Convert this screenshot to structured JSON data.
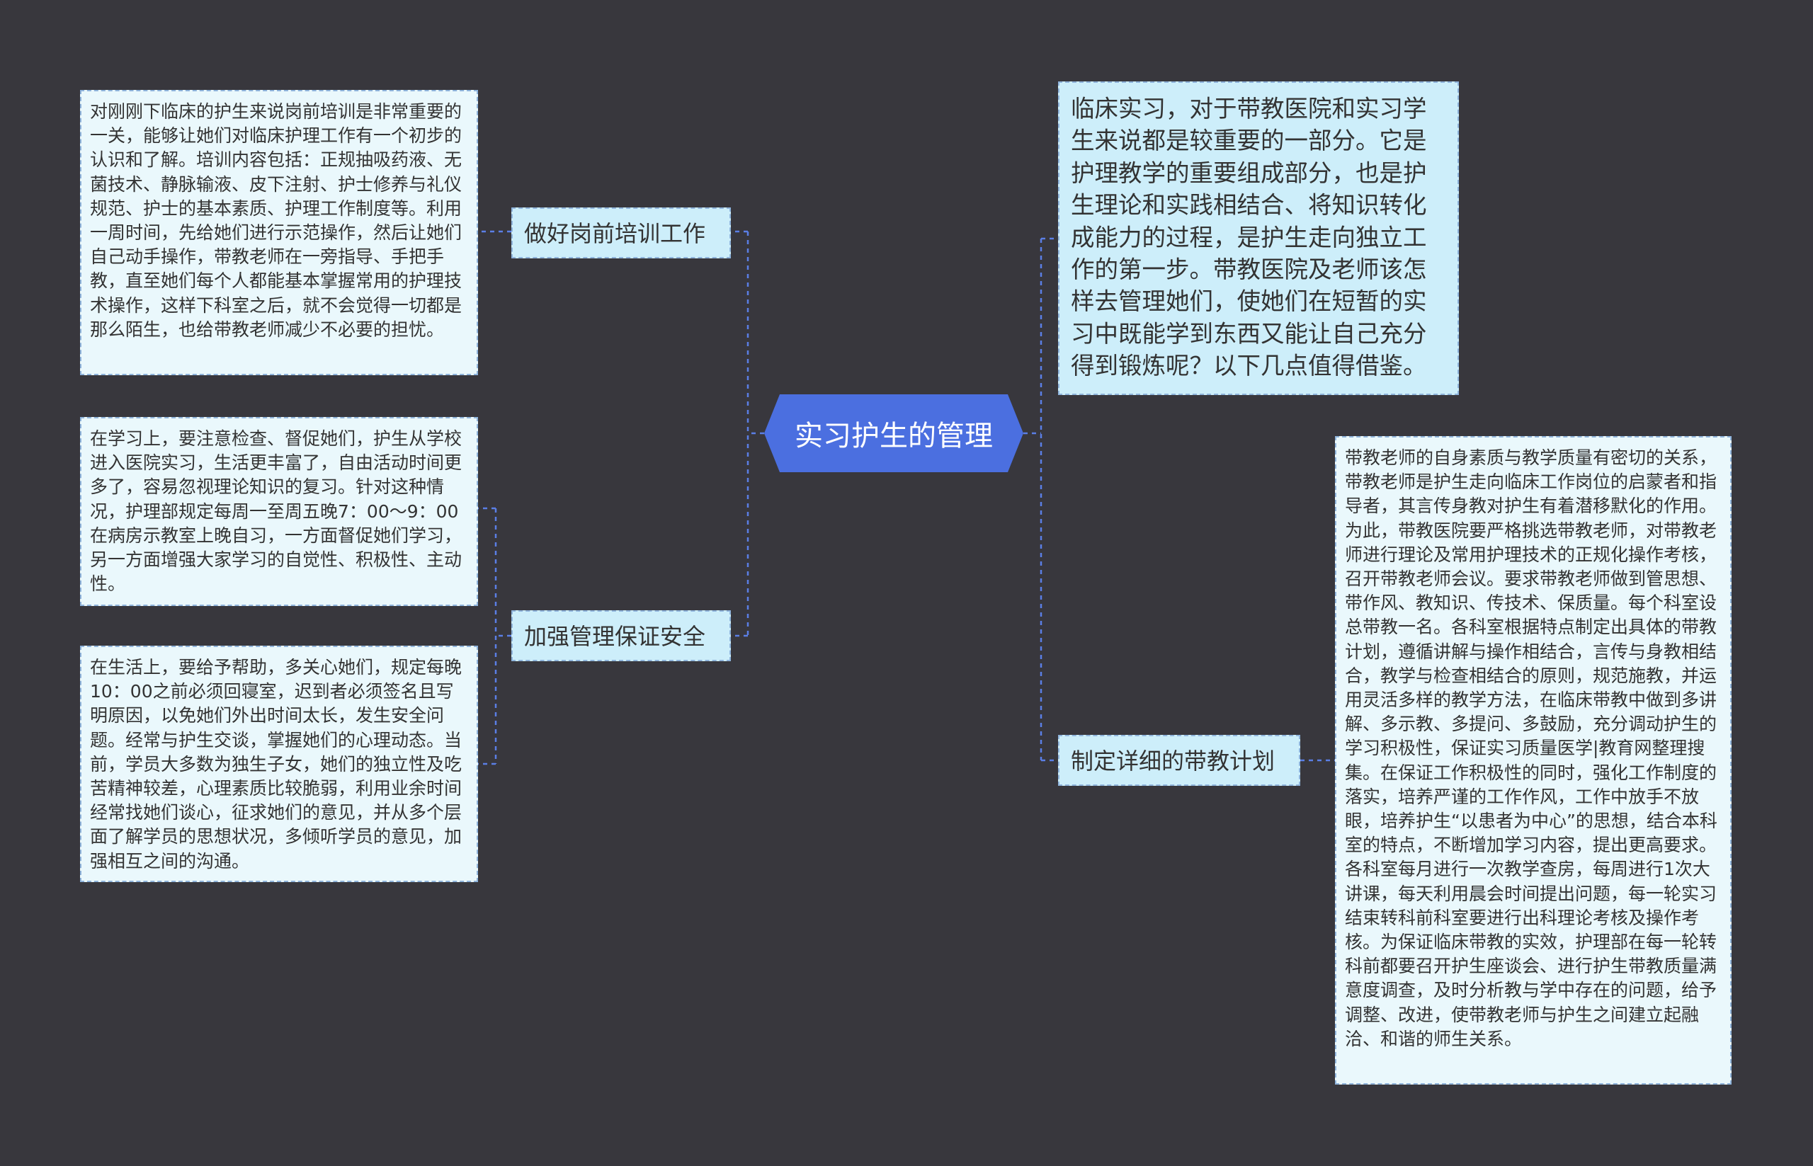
{
  "root": {
    "label": "实习护生的管理"
  },
  "intro": {
    "text": "临床实习，对于带教医院和实习学生来说都是较重要的一部分。它是护理教学的重要组成部分，也是护生理论和实践相结合、将知识转化成能力的过程，是护生走向独立工作的第一步。带教医院及老师该怎样去管理她们，使她们在短暂的实习中既能学到东西又能让自己充分得到锻炼呢？以下几点值得借鉴。"
  },
  "branches": [
    {
      "label": "做好岗前培训工作",
      "notes": [
        "对刚刚下临床的护生来说岗前培训是非常重要的一关，能够让她们对临床护理工作有一个初步的认识和了解。培训内容包括：正规抽吸药液、无菌技术、静脉输液、皮下注射、护士修养与礼仪规范、护士的基本素质、护理工作制度等。利用一周时间，先给她们进行示范操作，然后让她们自己动手操作，带教老师在一旁指导、手把手教，直至她们每个人都能基本掌握常用的护理技术操作，这样下科室之后，就不会觉得一切都是那么陌生，也给带教老师减少不必要的担忧。"
      ]
    },
    {
      "label": "加强管理保证安全",
      "notes": [
        "在学习上，要注意检查、督促她们，护生从学校进入医院实习，生活更丰富了，自由活动时间更多了，容易忽视理论知识的复习。针对这种情况，护理部规定每周一至周五晚7：00～9：00在病房示教室上晚自习，一方面督促她们学习，另一方面增强大家学习的自觉性、积极性、主动性。",
        "在生活上，要给予帮助，多关心她们，规定每晚10：00之前必须回寝室，迟到者必须签名且写明原因，以免她们外出时间太长，发生安全问题。经常与护生交谈，掌握她们的心理动态。当前，学员大多数为独生子女，她们的独立性及吃苦精神较差，心理素质比较脆弱，利用业余时间经常找她们谈心，征求她们的意见，并从多个层面了解学员的思想状况，多倾听学员的意见，加强相互之间的沟通。"
      ]
    },
    {
      "label": "制定详细的带教计划",
      "notes": [
        "带教老师的自身素质与教学质量有密切的关系，带教老师是护生走向临床工作岗位的启蒙者和指导者，其言传身教对护生有着潜移默化的作用。为此，带教医院要严格挑选带教老师，对带教老师进行理论及常用护理技术的正规化操作考核，召开带教老师会议。要求带教老师做到管思想、带作风、教知识、传技术、保质量。每个科室设总带教一名。各科室根据特点制定出具体的带教计划，遵循讲解与操作相结合，言传与身教相结合，教学与检查相结合的原则，规范施教，并运用灵活多样的教学方法，在临床带教中做到多讲解、多示教、多提问、多鼓励，充分调动护生的学习积极性，保证实习质量医学|教育网整理搜集。在保证工作积极性的同时，强化工作制度的落实，培养严谨的工作作风，工作中放手不放眼，培养护生“以患者为中心”的思想，结合本科室的特点，不断增加学习内容，提出更高要求。各科室每月进行一次教学查房，每周进行1次大讲课，每天利用晨会时间提出问题，每一轮实习结束转科前科室要进行出科理论考核及操作考核。为保证临床带教的实效，护理部在每一轮转科前都要召开护生座谈会、进行护生带教质量满意度调查，及时分析教与学中存在的问题，给予调整、改进，使带教老师与护生之间建立起融洽、和谐的师生关系。"
      ]
    }
  ],
  "colors": {
    "background": "#38373d",
    "root_fill": "#4b6fe0",
    "branch_fill": "#cdeefa",
    "note_fill": "#eaf8fc",
    "border": "#8fb4dc",
    "connector": "#5b7fe6"
  }
}
